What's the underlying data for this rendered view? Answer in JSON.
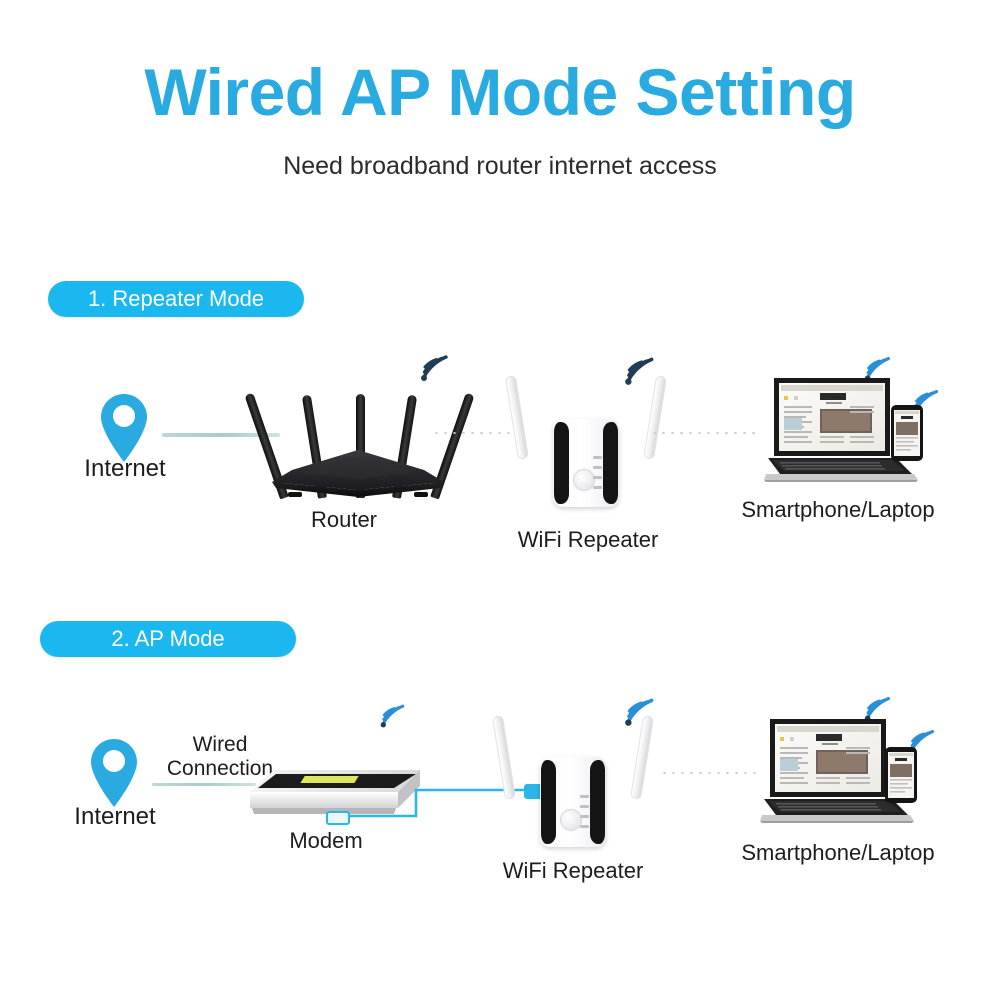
{
  "header": {
    "title": "Wired AP Mode Setting",
    "subtitle": "Need broadband router internet access",
    "title_color": "#29ABE2"
  },
  "sections": [
    {
      "badge": "1. Repeater Mode",
      "badge_color": "#1BB8F0",
      "nodes": [
        {
          "name": "internet",
          "label": "Internet",
          "icon": "map-pin-icon"
        },
        {
          "name": "router",
          "label": "Router",
          "icon": "router-icon"
        },
        {
          "name": "repeater",
          "label": "WiFi Repeater",
          "icon": "wifi-repeater-icon"
        },
        {
          "name": "clients",
          "label": "Smartphone/Laptop",
          "icon": "laptop-phone-icon"
        }
      ],
      "links": [
        {
          "from": "internet",
          "to": "router",
          "style": "solid"
        },
        {
          "from": "router",
          "to": "repeater",
          "style": "dotted"
        },
        {
          "from": "repeater",
          "to": "clients",
          "style": "dotted"
        }
      ]
    },
    {
      "badge": "2. AP Mode",
      "badge_color": "#1BB8F0",
      "nodes": [
        {
          "name": "internet",
          "label": "Internet",
          "icon": "map-pin-icon"
        },
        {
          "name": "modem",
          "label": "Modem",
          "icon": "modem-icon"
        },
        {
          "name": "repeater",
          "label": "WiFi Repeater",
          "icon": "wifi-repeater-icon"
        },
        {
          "name": "clients",
          "label": "Smartphone/Laptop",
          "icon": "laptop-phone-icon"
        }
      ],
      "wired_label_line1": "Wired",
      "wired_label_line2": "Connection",
      "links": [
        {
          "from": "internet",
          "to": "modem",
          "style": "solid"
        },
        {
          "from": "modem",
          "to": "repeater",
          "style": "ethernet-cable",
          "color": "#2BB6E8"
        },
        {
          "from": "repeater",
          "to": "clients",
          "style": "dotted"
        }
      ]
    }
  ],
  "colors": {
    "pin": "#29ABE2",
    "wifi_dark": "#1F3D56",
    "wifi_blue": "#2B8FD6",
    "cable": "#2BB6E8",
    "dot_line": "#c9c9cf",
    "solid_line": "#b5d2d1"
  },
  "icons": {
    "map_pin": "map-pin-icon",
    "wifi_signal": "wifi-signal-icon",
    "router": "router-icon",
    "repeater": "wifi-repeater-icon",
    "modem": "modem-icon",
    "laptop": "laptop-icon",
    "smartphone": "smartphone-icon"
  }
}
